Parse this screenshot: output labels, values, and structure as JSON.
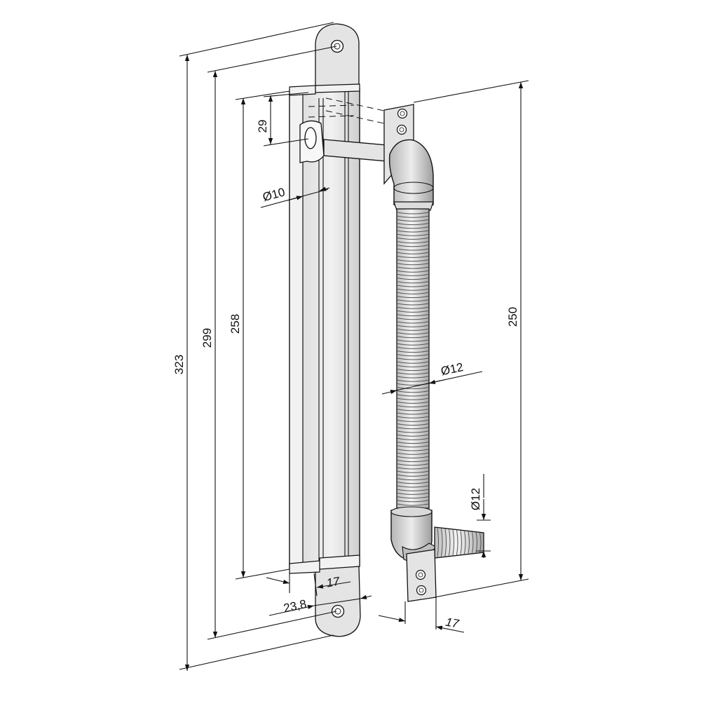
{
  "dimensions": {
    "total_length": "323",
    "hole_spacing": "299",
    "channel_length": "258",
    "slot_offset": "29",
    "rod_diameter": "Ø10",
    "spring_length": "250",
    "spring_diameter": "Ø12",
    "lower_spring_diameter": "Ø12",
    "channel_width": "17",
    "plate_width": "23,8",
    "bracket_width": "17"
  },
  "colors": {
    "line": "#111111",
    "metal": "#e4e4e4",
    "metal_shadow": "#c9c9c9",
    "background": "#ffffff"
  }
}
